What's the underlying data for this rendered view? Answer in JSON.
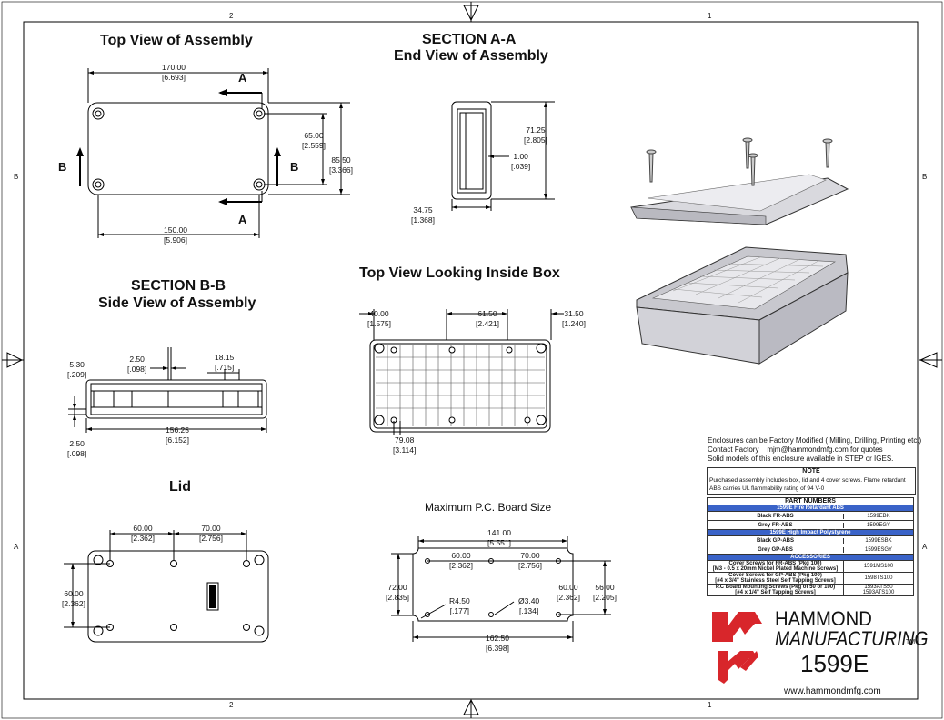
{
  "border": {
    "top_left": "2",
    "top_right": "1",
    "bottom_left": "2",
    "bottom_right": "1",
    "left_top": "B",
    "left_bottom": "A",
    "right_top": "B",
    "right_bottom": "A"
  },
  "top_view": {
    "title": "Top View of Assembly",
    "w": "170.00",
    "w_in": "[6.693]",
    "holes": "150.00",
    "holes_in": "[5.906]",
    "h_holes": "65.00",
    "h_holes_in": "[2.559]",
    "h": "85.50",
    "h_in": "[3.366]",
    "sec_a": "A",
    "sec_b": "B"
  },
  "section_a": {
    "title1": "SECTION A-A",
    "title2": "End View of Assembly",
    "h": "71.25",
    "h_in": "[2.805]",
    "wall": "1.00",
    "wall_in": "[.039]",
    "w": "34.75",
    "w_in": "[1.368]"
  },
  "section_b": {
    "title1": "SECTION B-B",
    "title2": "Side View of Assembly",
    "d1": "5.30",
    "d1_in": "[.209]",
    "d2": "2.50",
    "d2_in": "[.098]",
    "d3": "18.15",
    "d3_in": "[.715]",
    "d4": "2.50",
    "d4_in": "[.098]",
    "len": "156.25",
    "len_in": "[6.152]"
  },
  "inside": {
    "title": "Top View Looking Inside Box",
    "a": "40.00",
    "a_in": "[1.575]",
    "b": "61.50",
    "b_in": "[2.421]",
    "c": "31.50",
    "c_in": "[1.240]",
    "d": "79.08",
    "d_in": "[3.114]"
  },
  "lid": {
    "title": "Lid",
    "a": "60.00",
    "a_in": "[2.362]",
    "b": "70.00",
    "b_in": "[2.756]",
    "c": "60.00",
    "c_in": "[2.362]"
  },
  "pcb": {
    "title": "Maximum P.C. Board Size",
    "w": "141.00",
    "w_in": "[5.551]",
    "a": "60.00",
    "a_in": "[2.362]",
    "b": "70.00",
    "b_in": "[2.756]",
    "c": "60.00",
    "c_in": "[2.362]",
    "h": "72.00",
    "h_in": "[2.835]",
    "h2": "56.00",
    "h2_in": "[2.205]",
    "r": "R4.50",
    "r_in": "[.177]",
    "hole": "Ø3.40",
    "hole_in": "[.134]",
    "total": "162.50",
    "total_in": "[6.398]"
  },
  "info": {
    "line1": "Enclosures can be Factory Modified ( Milling, Drilling, Printing etc.)",
    "line2_label": "Contact Factory",
    "line2_email": "mjm@hammondmfg.com for quotes",
    "line3": "Solid models of this enclosure available in STEP or IGES."
  },
  "note": {
    "title": "NOTE",
    "text": "Purchased assembly includes box, lid and 4 cover screws. Flame retardant ABS carries UL flammability rating of 94 V-0"
  },
  "parts": {
    "title": "PART NUMBERS",
    "fr_header": "1599E Fire Retardant ABS",
    "black_fr": "Black FR-ABS",
    "black_fr_pn": "1599EBK",
    "grey_fr": "Grey FR-ABS",
    "grey_fr_pn": "1599EGY",
    "hi_header": "1599E High Impact Polystyrene",
    "black_gp": "Black GP-ABS",
    "black_gp_pn": "1599ESBK",
    "grey_gp": "Grey GP-ABS",
    "grey_gp_pn": "1599ESGY",
    "acc_header": "ACCESSORIES",
    "acc1a": "Cover Screws for FR-ABS (Pkg 100)",
    "acc1b": "[M3 - 0.5 x 20mm Nickel Plated Machine Screws]",
    "acc1_pn": "1591MS100",
    "acc2a": "Cover Screws  for GP-ABS (Pkg 100)",
    "acc2b": "[#4 x 3/4\" Stainless Steel Self Tapping Screws]",
    "acc2_pn": "1598TS100",
    "acc3a": "P.C Board Mounting Screws (Pkg of 50 or 100)",
    "acc3b": "[#4 x 1/4\" Self Tapping Screws]",
    "acc3_pn1": "1593ATS50",
    "acc3_pn2": "1593ATS100"
  },
  "brand": {
    "name1": "HAMMOND",
    "name2": "MANUFACTURING",
    "tm": "TM",
    "model": "1599E",
    "url": "www.hammondmfg.com",
    "logo_color": "#d8262b"
  }
}
